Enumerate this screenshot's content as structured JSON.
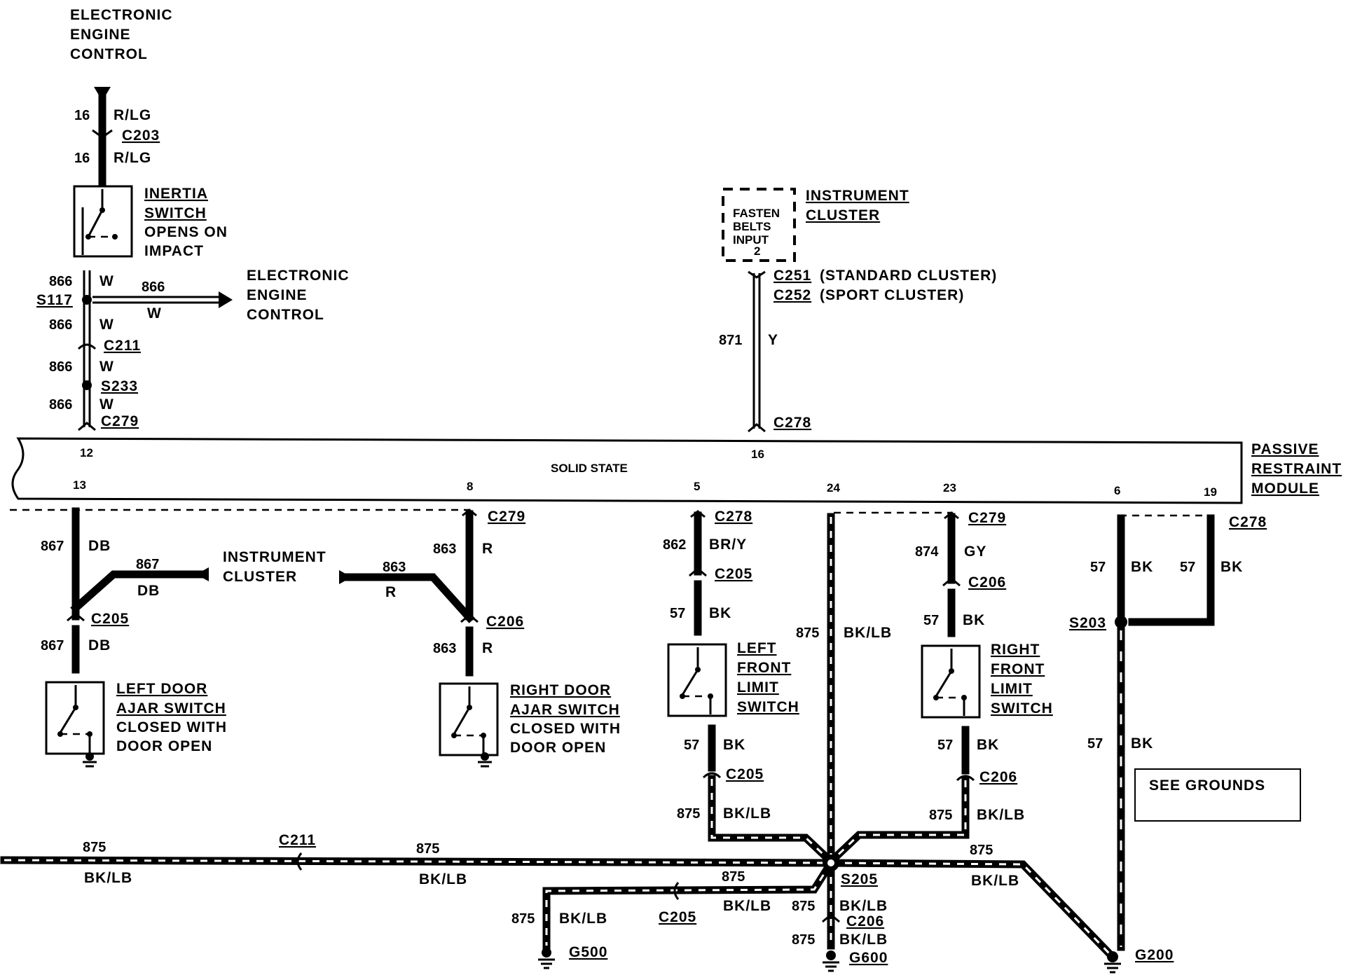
{
  "labels": {
    "eec_top": [
      "ELECTRONIC",
      "ENGINE",
      "CONTROL"
    ],
    "eec_right": [
      "ELECTRONIC",
      "ENGINE",
      "CONTROL"
    ],
    "inertia": [
      "INERTIA",
      "SWITCH",
      "OPENS ON",
      "IMPACT"
    ],
    "instrument_cluster_top": [
      "INSTRUMENT",
      "CLUSTER"
    ],
    "fasten_belts": [
      "FASTEN",
      "BELTS",
      "INPUT",
      "2"
    ],
    "c251": "C251",
    "c251_note": "(STANDARD CLUSTER)",
    "c252": "C252",
    "c252_note": "(SPORT CLUSTER)",
    "prm": [
      "PASSIVE",
      "RESTRAINT",
      "MODULE"
    ],
    "solid_state": "SOLID STATE",
    "instrument_cluster_mid": [
      "INSTRUMENT",
      "CLUSTER"
    ],
    "left_door": [
      "LEFT DOOR",
      "AJAR SWITCH",
      "CLOSED WITH",
      "DOOR OPEN"
    ],
    "right_door": [
      "RIGHT DOOR",
      "AJAR SWITCH",
      "CLOSED WITH",
      "DOOR OPEN"
    ],
    "left_front": [
      "LEFT",
      "FRONT",
      "LIMIT",
      "SWITCH"
    ],
    "right_front": [
      "RIGHT",
      "FRONT",
      "LIMIT",
      "SWITCH"
    ],
    "see_grounds": "SEE GROUNDS"
  },
  "module_pins": {
    "p12": "12",
    "p16": "16",
    "p13": "13",
    "p8": "8",
    "p5": "5",
    "p24": "24",
    "p23": "23",
    "p6": "6",
    "p19": "19"
  },
  "connectors": {
    "c203": "C203",
    "s117": "S117",
    "c211a": "C211",
    "s233": "S233",
    "c279a": "C279",
    "c278a": "C278",
    "c205a": "C205",
    "c279b": "C279",
    "c206a": "C206",
    "c278b": "C278",
    "c205b": "C205",
    "c279c": "C279",
    "c206b": "C206",
    "c278c": "C278",
    "s203": "S203",
    "c205c": "C205",
    "c206c": "C206",
    "c211b": "C211",
    "s205": "S205",
    "c205d": "C205",
    "c206d": "C206",
    "g500": "G500",
    "g600": "G600",
    "g200": "G200"
  },
  "wires": {
    "w16a": "16",
    "rlg_a": "R/LG",
    "w16b": "16",
    "rlg_b": "R/LG",
    "w866a": "866",
    "w_a": "W",
    "w866h": "866",
    "w_h": "W",
    "w866b": "866",
    "w_b": "W",
    "w866c": "866",
    "w_c": "W",
    "w866d": "866",
    "w_d": "W",
    "w871": "871",
    "y": "Y",
    "w867a": "867",
    "db_a": "DB",
    "w867b": "867",
    "db_b": "DB",
    "w867c": "867",
    "db_c": "DB",
    "w863a": "863",
    "r_a": "R",
    "w863b": "863",
    "r_b": "R",
    "w863c": "863",
    "r_c": "R",
    "w862": "862",
    "bry": "BR/Y",
    "w57a": "57",
    "bk_a": "BK",
    "w57b": "57",
    "bk_b": "BK",
    "w875a": "875",
    "bklb_a": "BK/LB",
    "w875v": "875",
    "bklb_v": "BK/LB",
    "w874": "874",
    "gy": "GY",
    "w57c": "57",
    "bk_c": "BK",
    "w57d": "57",
    "bk_d": "BK",
    "w875b": "875",
    "bklb_b": "BK/LB",
    "w57e": "57",
    "bk_e": "BK",
    "w57f": "57",
    "bk_f": "BK",
    "w57g": "57",
    "bk_g": "BK",
    "w875c": "875",
    "bklb_c": "BK/LB",
    "w875d": "875",
    "bklb_d": "BK/LB",
    "w875e": "875",
    "bklb_e": "BK/LB",
    "w875f": "875",
    "bklb_f": "BK/LB",
    "w875g": "875",
    "bklb_g": "BK/LB",
    "w875h": "875",
    "bklb_h": "BK/LB",
    "w875i": "875",
    "bklb_i": "BK/LB"
  }
}
